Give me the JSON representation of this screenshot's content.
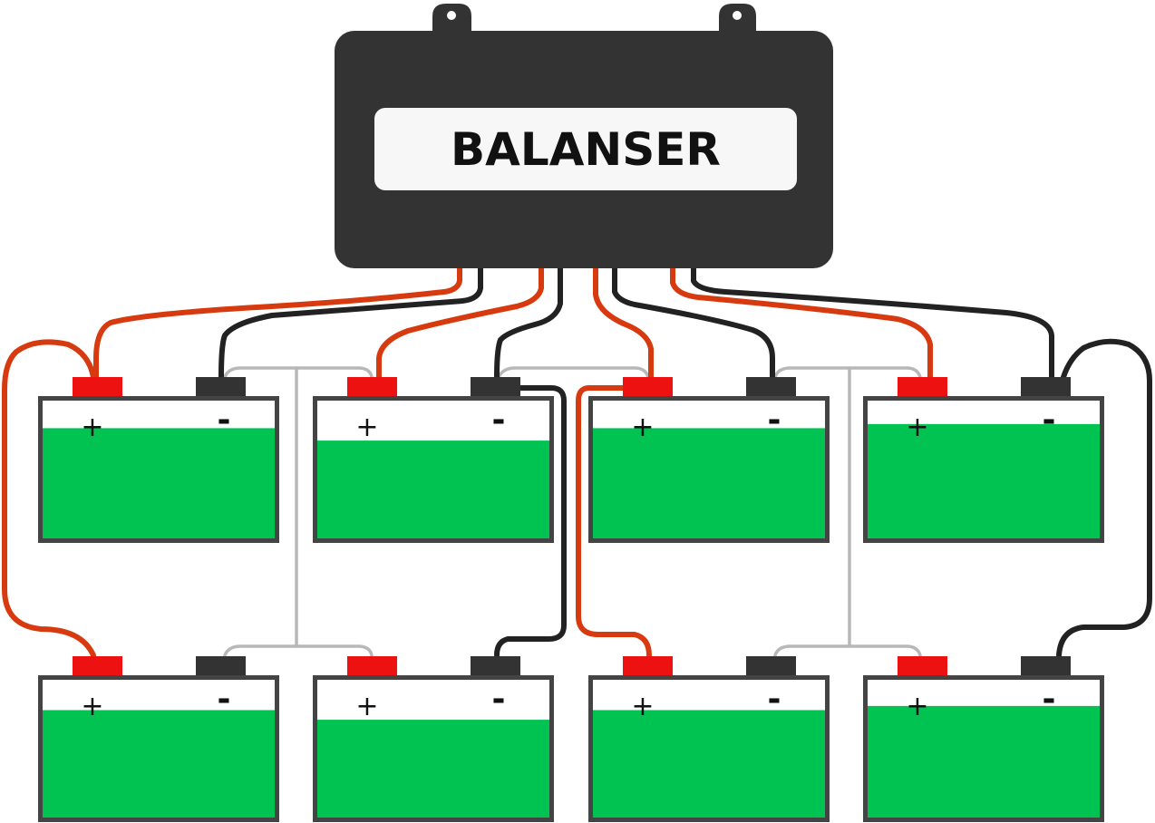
{
  "balancer": {
    "label": "BALANSER",
    "body_color": "#333333",
    "label_bg": "#f7f7f7"
  },
  "battery_colors": {
    "frame": "#444444",
    "fill": "#00c352",
    "positive_terminal": "#ee1111",
    "negative_terminal": "#333333"
  },
  "wire_colors": {
    "positive": "#d83a10",
    "negative": "#222222",
    "series_link": "#b8b8b8"
  },
  "batteries": [
    {
      "id": "top-1",
      "fill_level": 0.8,
      "plus_sign": "+",
      "minus_sign": "-"
    },
    {
      "id": "top-2",
      "fill_level": 0.71,
      "plus_sign": "+",
      "minus_sign": "-"
    },
    {
      "id": "top-3",
      "fill_level": 0.8,
      "plus_sign": "+",
      "minus_sign": "-"
    },
    {
      "id": "top-4",
      "fill_level": 0.83,
      "plus_sign": "+",
      "minus_sign": "-"
    },
    {
      "id": "bottom-1",
      "fill_level": 0.78,
      "plus_sign": "+",
      "minus_sign": "-"
    },
    {
      "id": "bottom-2",
      "fill_level": 0.71,
      "plus_sign": "+",
      "minus_sign": "-"
    },
    {
      "id": "bottom-3",
      "fill_level": 0.78,
      "plus_sign": "+",
      "minus_sign": "-"
    },
    {
      "id": "bottom-4",
      "fill_level": 0.81,
      "plus_sign": "+",
      "minus_sign": "-"
    }
  ]
}
